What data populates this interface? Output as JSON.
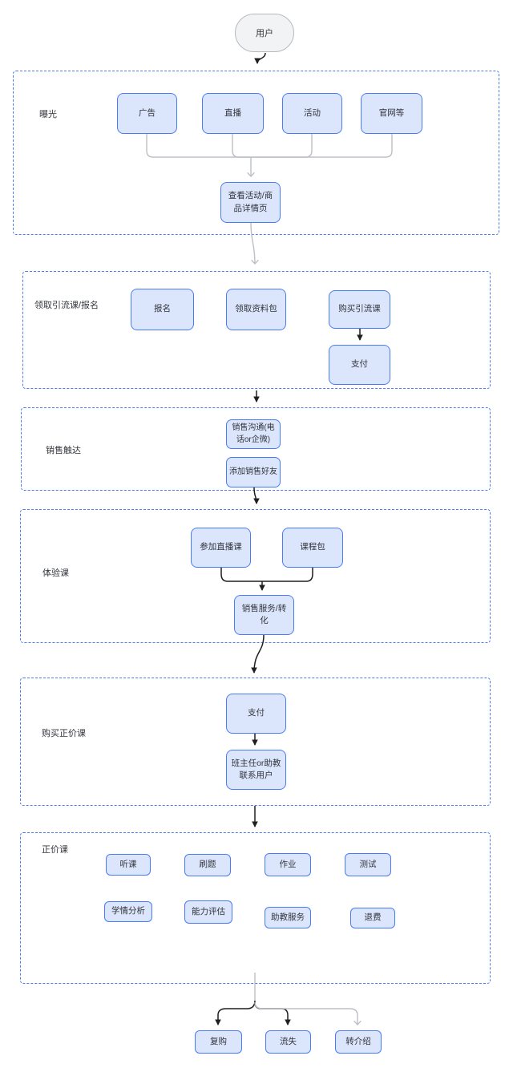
{
  "colors": {
    "container_border": "#4c7cf3",
    "node_fill": "#dbe5fc",
    "node_border": "#4a7bf7",
    "node_text": "#32353b",
    "terminal_fill": "#f2f3f5",
    "terminal_border": "#b7b9bf",
    "connector_black": "#1f1f1f",
    "connector_gray": "#bcbfc5",
    "label_text": "#33363c"
  },
  "flow": {
    "start": "用户",
    "sections": [
      {
        "label": "曝光",
        "nodes": [
          "广告",
          "直播",
          "活动",
          "官网等",
          "查看活动/商品详情页"
        ]
      },
      {
        "label": "领取引流课/报名",
        "nodes": [
          "报名",
          "领取资料包",
          "购买引流课",
          "支付"
        ]
      },
      {
        "label": "销售触达",
        "nodes": [
          "销售沟通(电话or企微)",
          "添加销售好友"
        ]
      },
      {
        "label": "体验课",
        "nodes": [
          "参加直播课",
          "课程包",
          "销售服务/转化"
        ]
      },
      {
        "label": "购买正价课",
        "nodes": [
          "支付",
          "班主任or助教联系用户"
        ]
      },
      {
        "label": "正价课",
        "nodes": [
          "听课",
          "刷题",
          "作业",
          "测试",
          "学情分析",
          "能力评估",
          "助教服务",
          "退费"
        ]
      }
    ],
    "outcomes": [
      "复购",
      "流失",
      "转介绍"
    ]
  }
}
